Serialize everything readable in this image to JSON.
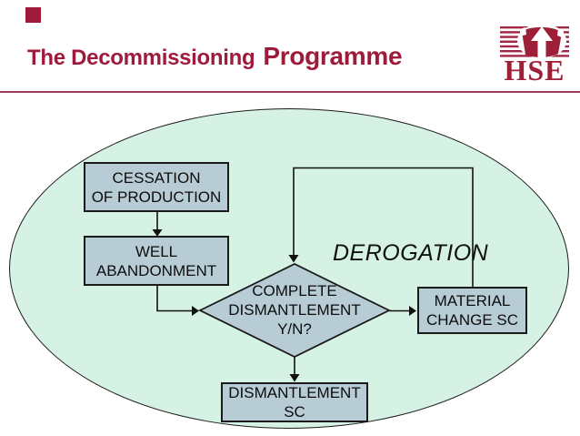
{
  "slide": {
    "title_part1": "The Decommissioning",
    "title_part2": "Programme"
  },
  "logo": {
    "wordmark": "HSE"
  },
  "flowchart": {
    "nodes": {
      "cessation": {
        "line1": "CESSATION",
        "line2": "OF PRODUCTION"
      },
      "well": {
        "line1": "WELL",
        "line2": "ABANDONMENT"
      },
      "decision": {
        "line1": "COMPLETE",
        "line2": "DISMANTLEMENT",
        "line3": "Y/N?"
      },
      "material": {
        "line1": "MATERIAL",
        "line2": "CHANGE SC"
      },
      "dismantlement": {
        "line1": "DISMANTLEMENT",
        "line2": "SC"
      }
    },
    "labels": {
      "derogation": "DEROGATION"
    }
  },
  "colors": {
    "accent_crimson": "#9e1b3c",
    "logo_red": "#9d1f38",
    "divider_maroon": "#9d3c5c",
    "ellipse_fill": "#d5f2e4",
    "node_fill": "#b7ccd4",
    "line_black": "#111111"
  }
}
